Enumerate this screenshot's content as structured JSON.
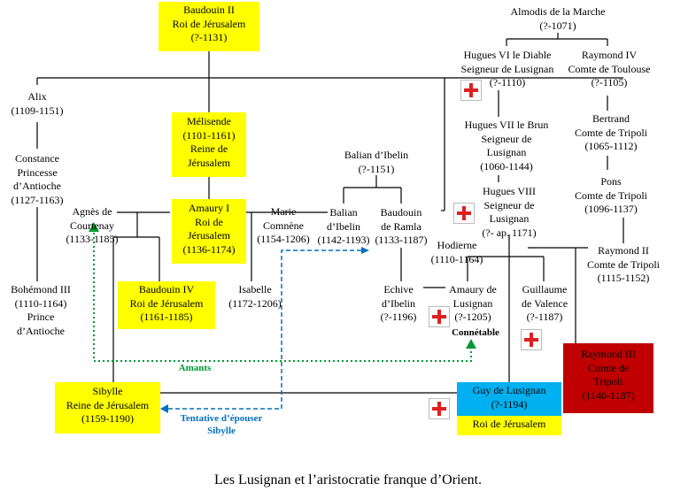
{
  "caption": "Les Lusignan et l’aristocratie franque d’Orient.",
  "colors": {
    "yellow": "#ffff00",
    "red": "#c00000",
    "blue": "#00b0f0",
    "cross": "#e02020",
    "green_arrow": "#009933",
    "blue_arrow": "#0070c0"
  },
  "nodes": {
    "baudouin2": [
      "Baudouin  II",
      "Roi de Jérusalem",
      "(?-1131)"
    ],
    "alix": [
      "Alix",
      "(1109-1151)"
    ],
    "constance": [
      "Constance",
      "Princesse",
      "d’Antioche",
      "(1127-1163)"
    ],
    "bohemond3": [
      "Bohémond III",
      "(1110-1164)",
      "Prince",
      "d’Antioche"
    ],
    "agnes": [
      "Agnès de",
      "Courtenay",
      "(1133-1185)"
    ],
    "melisende": [
      "Mélisende",
      "(1101-1161)",
      "Reine de",
      "Jérusalem"
    ],
    "amaury1": [
      "Amaury  I",
      "Roi de",
      "Jérusalem",
      "(1136-1174)"
    ],
    "baudouin4": [
      "Baudouin IV",
      "Roi de Jérusalem",
      "(1161-1185)"
    ],
    "isabelle": [
      "Isabelle",
      "(1172-1206)"
    ],
    "marie": [
      "Marie",
      "Comnène",
      "(1154-1206)"
    ],
    "balian_elder": [
      "Balian d’Ibelin",
      "(?-1151)"
    ],
    "balian": [
      "Balian",
      "d’Ibelin",
      "(1142-1193)"
    ],
    "baudouin_ramla": [
      "Baudouin",
      "de Ramla",
      "(1133-1187)"
    ],
    "echive": [
      "Echive",
      "d’Ibelin",
      "(?-1196)"
    ],
    "amaury_lusignan": [
      "Amaury de",
      "Lusignan",
      "(?-1205)"
    ],
    "guillaume": [
      "Guillaume",
      "de Valence",
      "(?-1187)"
    ],
    "hodierne": [
      "Hodierne",
      "(1110-1164)"
    ],
    "almodis": [
      "Almodis de la Marche",
      "(?-1071)"
    ],
    "hugues6": [
      "Hugues VI  le Diable",
      "Seigneur de Lusignan",
      "(?-1110)"
    ],
    "raymond4": [
      "Raymond IV",
      "Comte de Toulouse",
      "(?-1105)"
    ],
    "hugues7": [
      "Hugues VII  le Brun",
      "Seigneur de",
      "Lusignan",
      "(1060-1144)"
    ],
    "bertrand": [
      "Bertrand",
      "Comte de Tripoli",
      "(1065-1112)"
    ],
    "hugues8": [
      "Hugues VIII",
      "Seigneur de",
      "Lusignan",
      "(?- ap. 1171)"
    ],
    "pons": [
      "Pons",
      "Comte de Tripoli",
      "(1096-1137)"
    ],
    "raymond2": [
      "Raymond II",
      "Comte de Tripoli",
      "(1115-1152)"
    ],
    "raymond3": [
      "Raymond III",
      "Comte de",
      "Tripoli",
      "(1140-1187)"
    ],
    "sibylle": [
      "Sibylle",
      "Reine de Jérusalem",
      "(1159-1190)"
    ],
    "guy": [
      "Guy de Lusignan",
      "(?-1194)"
    ],
    "guy_title": [
      "Roi de Jérusalem"
    ]
  },
  "annotations": {
    "connetable": "Connétable",
    "amants": "Amants",
    "tentative": [
      "Tentative d’épouser",
      "Sibylle"
    ]
  },
  "icons": [
    "templar-cross-icon"
  ]
}
